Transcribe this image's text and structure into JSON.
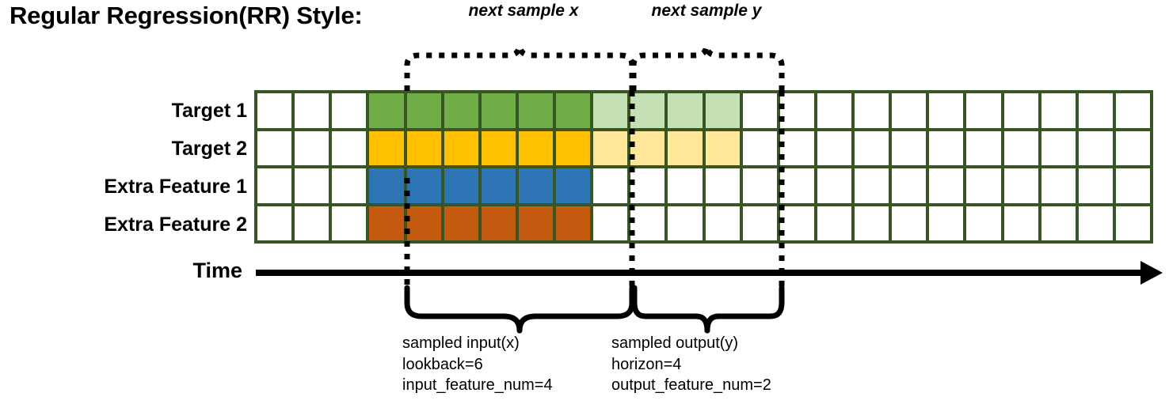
{
  "title": "Regular Regression(RR) Style:",
  "annotations": {
    "next_sample_x": "next sample x",
    "next_sample_y": "next sample y"
  },
  "axis": {
    "time_label": "Time",
    "arrow_icon": "arrow-right-icon"
  },
  "rows": [
    {
      "label": "Target 1",
      "fill": "#70ad47",
      "faded_fill": "#c5e0b4"
    },
    {
      "label": "Target 2",
      "fill": "#ffc000",
      "faded_fill": "#ffe699"
    },
    {
      "label": "Extra Feature 1",
      "fill": "#2e75b6",
      "faded_fill": "#ffffff"
    },
    {
      "label": "Extra Feature 2",
      "fill": "#c55a11",
      "faded_fill": "#ffffff"
    }
  ],
  "grid": {
    "total_columns": 24,
    "leading_blank_columns": 3,
    "input_columns": 6,
    "output_columns": 4,
    "trailing_blank_columns": 11,
    "border_color": "#375623",
    "empty_fill": "#ffffff"
  },
  "captions": {
    "input": {
      "line1": "sampled input(x)",
      "line2": "lookback=6",
      "line3": "input_feature_num=4"
    },
    "output": {
      "line1": "sampled output(y)",
      "line2": "horizon=4",
      "line3": "output_feature_num=2"
    }
  },
  "chart_data": {
    "type": "table",
    "title": "Regular Regression(RR) Style:",
    "categories": [
      "Target 1",
      "Target 2",
      "Extra Feature 1",
      "Extra Feature 2"
    ],
    "series": [
      {
        "name": "Target 1",
        "values": [
          "",
          "",
          "",
          "x",
          "x",
          "x",
          "x",
          "x",
          "x",
          "y",
          "y",
          "y",
          "y",
          "",
          "",
          "",
          "",
          "",
          "",
          "",
          "",
          "",
          "",
          ""
        ]
      },
      {
        "name": "Target 2",
        "values": [
          "",
          "",
          "",
          "x",
          "x",
          "x",
          "x",
          "x",
          "x",
          "y",
          "y",
          "y",
          "y",
          "",
          "",
          "",
          "",
          "",
          "",
          "",
          "",
          "",
          "",
          ""
        ]
      },
      {
        "name": "Extra Feature 1",
        "values": [
          "",
          "",
          "",
          "x",
          "x",
          "x",
          "x",
          "x",
          "x",
          "",
          "",
          "",
          "",
          "",
          "",
          "",
          "",
          "",
          "",
          "",
          "",
          "",
          "",
          ""
        ]
      },
      {
        "name": "Extra Feature 2",
        "values": [
          "",
          "",
          "",
          "x",
          "x",
          "x",
          "x",
          "x",
          "x",
          "",
          "",
          "",
          "",
          "",
          "",
          "",
          "",
          "",
          "",
          "",
          "",
          "",
          "",
          ""
        ]
      }
    ],
    "xlabel": "Time",
    "ylabel": "",
    "grid": true,
    "legend": "none",
    "annotations": [
      "next sample x",
      "next sample y",
      "sampled input(x) lookback=6 input_feature_num=4",
      "sampled output(y) horizon=4 output_feature_num=2"
    ]
  }
}
